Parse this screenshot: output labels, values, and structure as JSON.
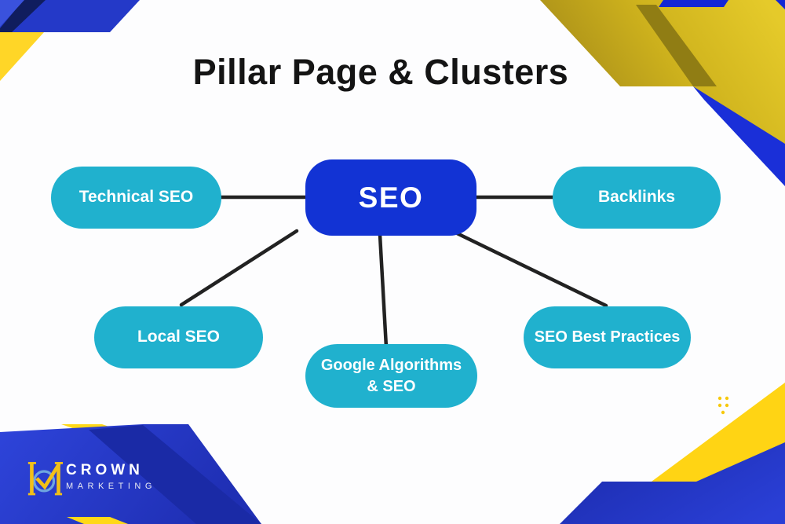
{
  "title": "Pillar Page & Clusters",
  "diagram": {
    "center_label": "SEO",
    "nodes": [
      {
        "id": "technical-seo",
        "label": "Technical SEO"
      },
      {
        "id": "backlinks",
        "label": "Backlinks"
      },
      {
        "id": "local-seo",
        "label": "Local SEO"
      },
      {
        "id": "google-algorithms-seo",
        "label_line1": "Google Algorithms",
        "label_line2": "& SEO"
      },
      {
        "id": "seo-best-practices",
        "label": "SEO Best Practices"
      }
    ]
  },
  "logo": {
    "brand": "CROWN",
    "sub": "MARKETING",
    "mark": "crown-m-check-icon"
  },
  "colors": {
    "cluster_teal": "#20b1ce",
    "pillar_blue": "#1233d4",
    "connector_black": "#222222",
    "corner_royal_blue": "#2439c8",
    "corner_light_blue": "#3a52dd",
    "corner_navy": "#101d5e",
    "corner_yellow": "#ffd627",
    "corner_gold": "#d5b91e"
  }
}
